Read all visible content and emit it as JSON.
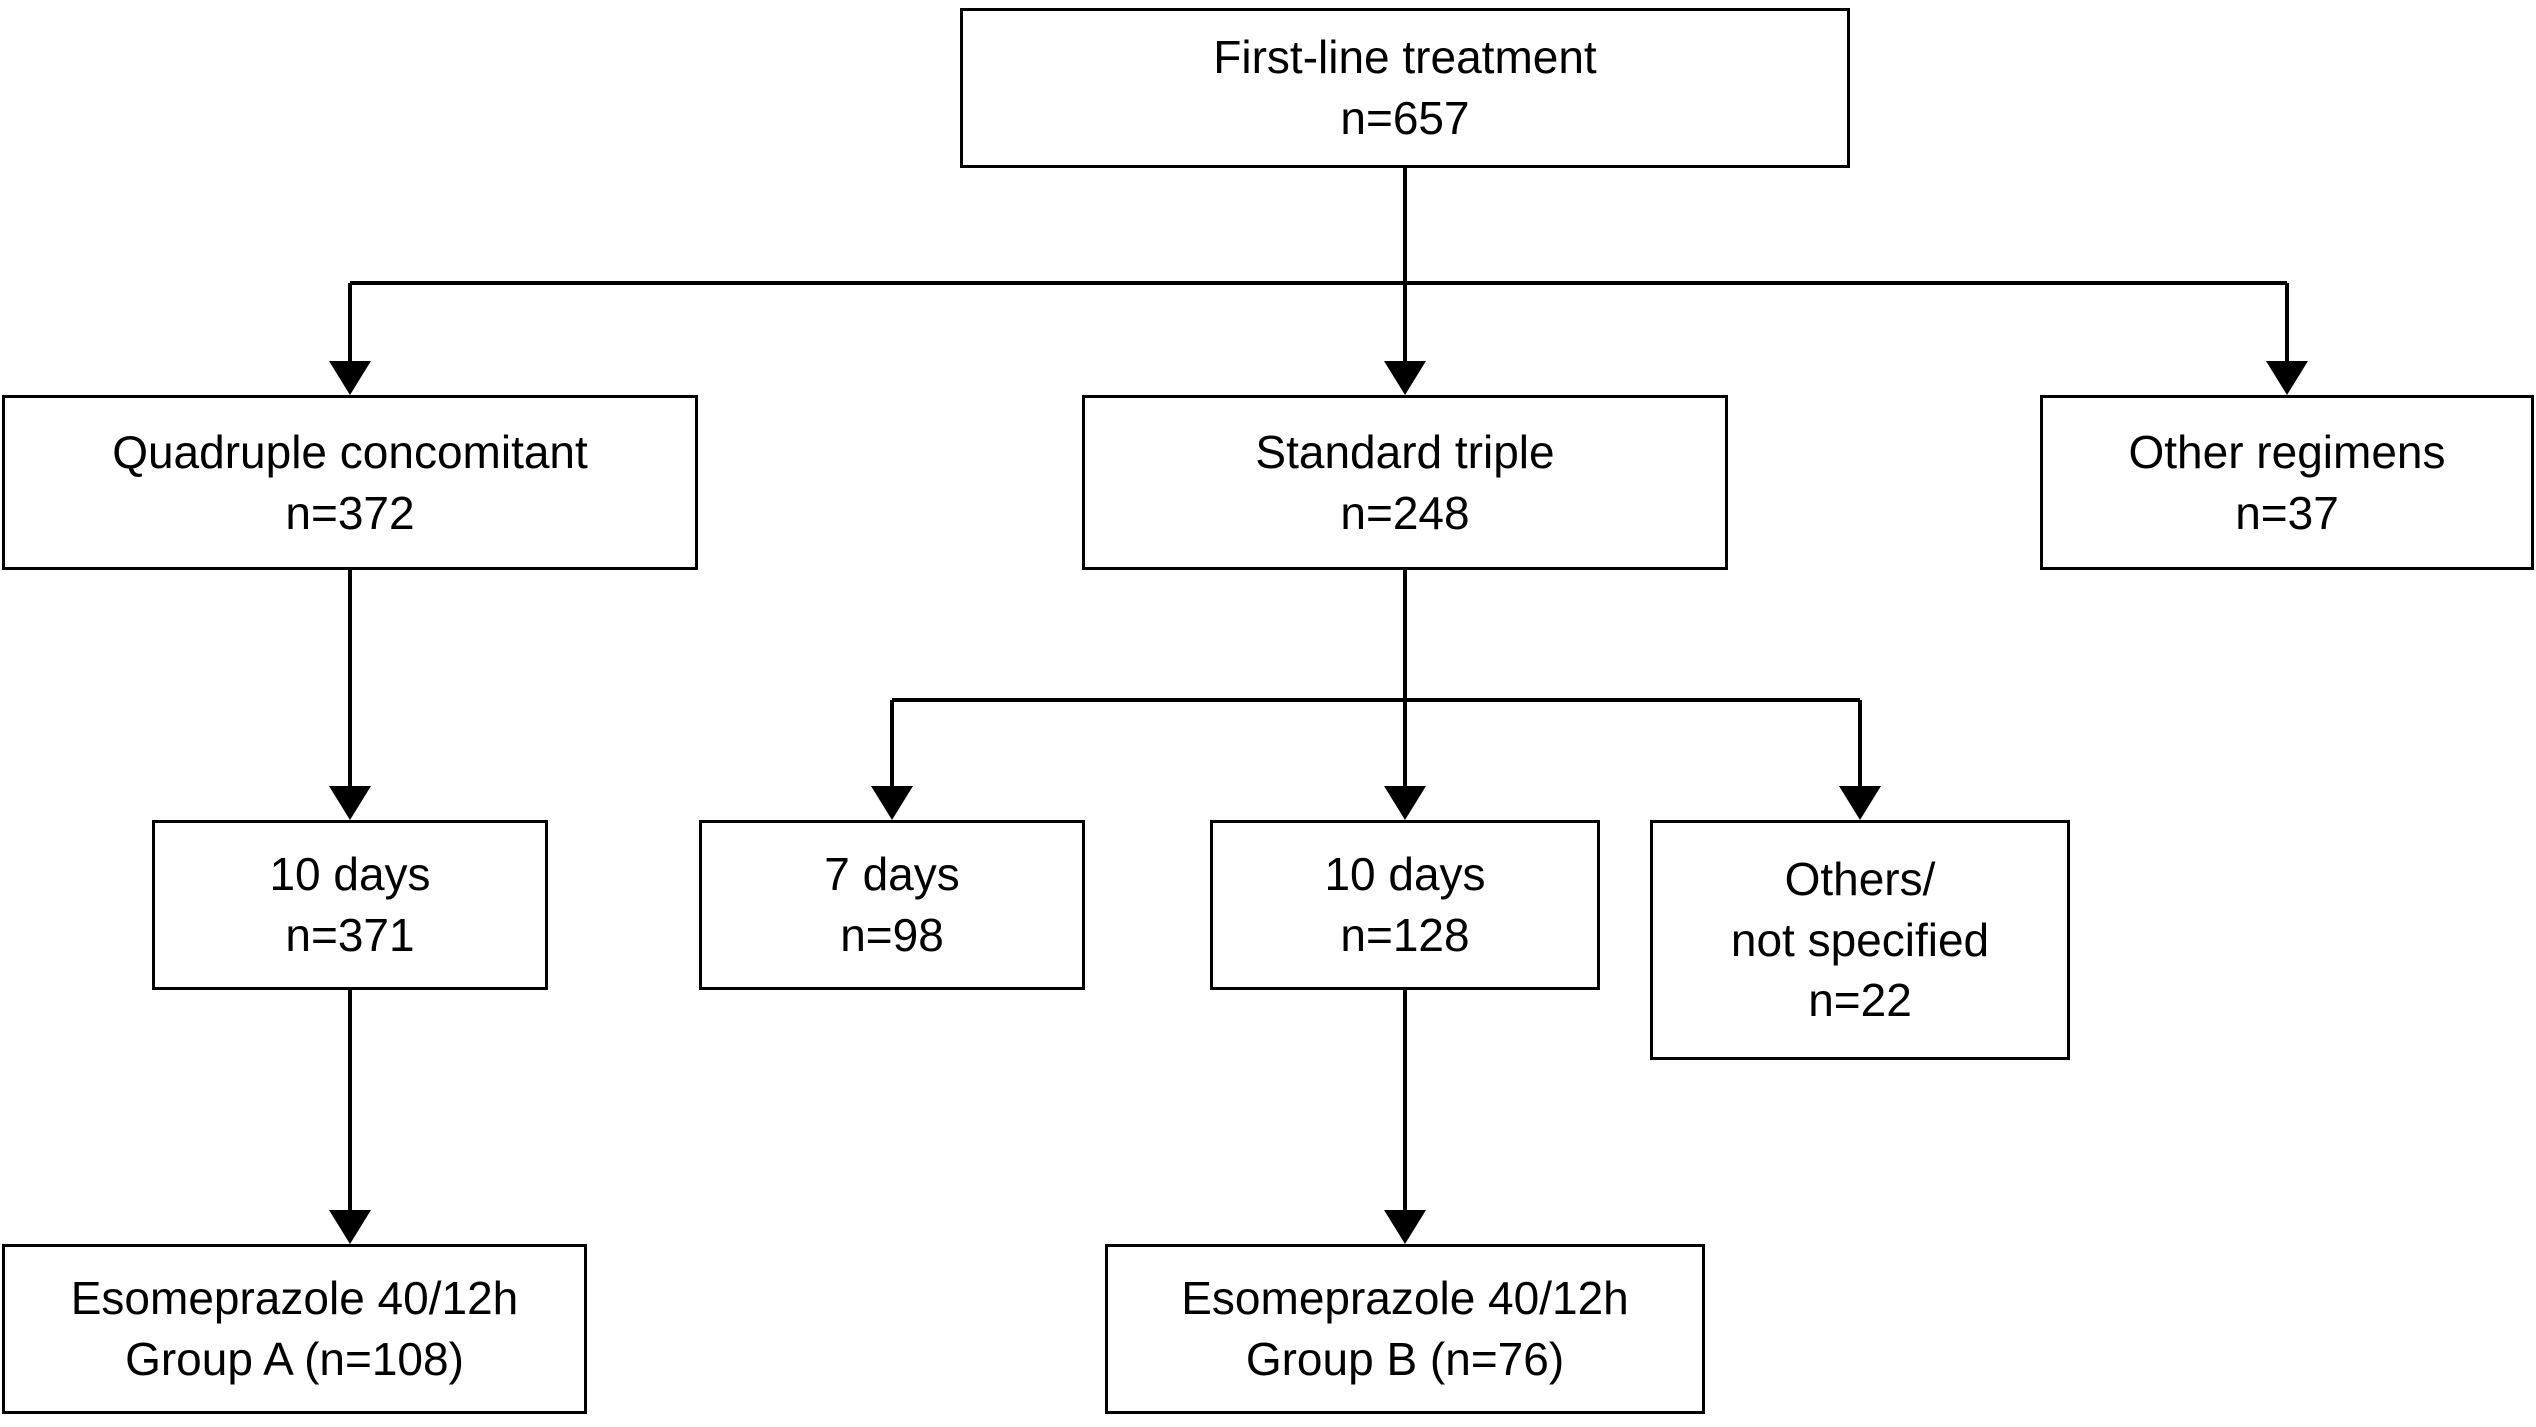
{
  "diagram": {
    "type": "flowchart",
    "colors": {
      "box_border": "#000000",
      "box_fill": "#ffffff",
      "line": "#000000",
      "background": "#ffffff",
      "text": "#000000"
    },
    "nodes": {
      "root": {
        "lines": [
          "First-line treatment",
          "n=657"
        ]
      },
      "quadruple": {
        "lines": [
          "Quadruple concomitant",
          "n=372"
        ]
      },
      "standard": {
        "lines": [
          "Standard triple",
          "n=248"
        ]
      },
      "other": {
        "lines": [
          "Other regimens",
          "n=37"
        ]
      },
      "q10": {
        "lines": [
          "10 days",
          "n=371"
        ]
      },
      "s7": {
        "lines": [
          "7 days",
          "n=98"
        ]
      },
      "s10": {
        "lines": [
          "10 days",
          "n=128"
        ]
      },
      "others_ns": {
        "lines": [
          "Others/",
          "not specified",
          "n=22"
        ]
      },
      "groupA": {
        "lines": [
          "Esomeprazole 40/12h",
          "Group A (n=108)"
        ]
      },
      "groupB": {
        "lines": [
          "Esomeprazole 40/12h",
          "Group B (n=76)"
        ]
      }
    },
    "edges": [
      {
        "from": "root",
        "to": "quadruple"
      },
      {
        "from": "root",
        "to": "standard"
      },
      {
        "from": "root",
        "to": "other"
      },
      {
        "from": "quadruple",
        "to": "q10"
      },
      {
        "from": "standard",
        "to": "s7"
      },
      {
        "from": "standard",
        "to": "s10"
      },
      {
        "from": "standard",
        "to": "others_ns"
      },
      {
        "from": "q10",
        "to": "groupA"
      },
      {
        "from": "s10",
        "to": "groupB"
      }
    ]
  }
}
